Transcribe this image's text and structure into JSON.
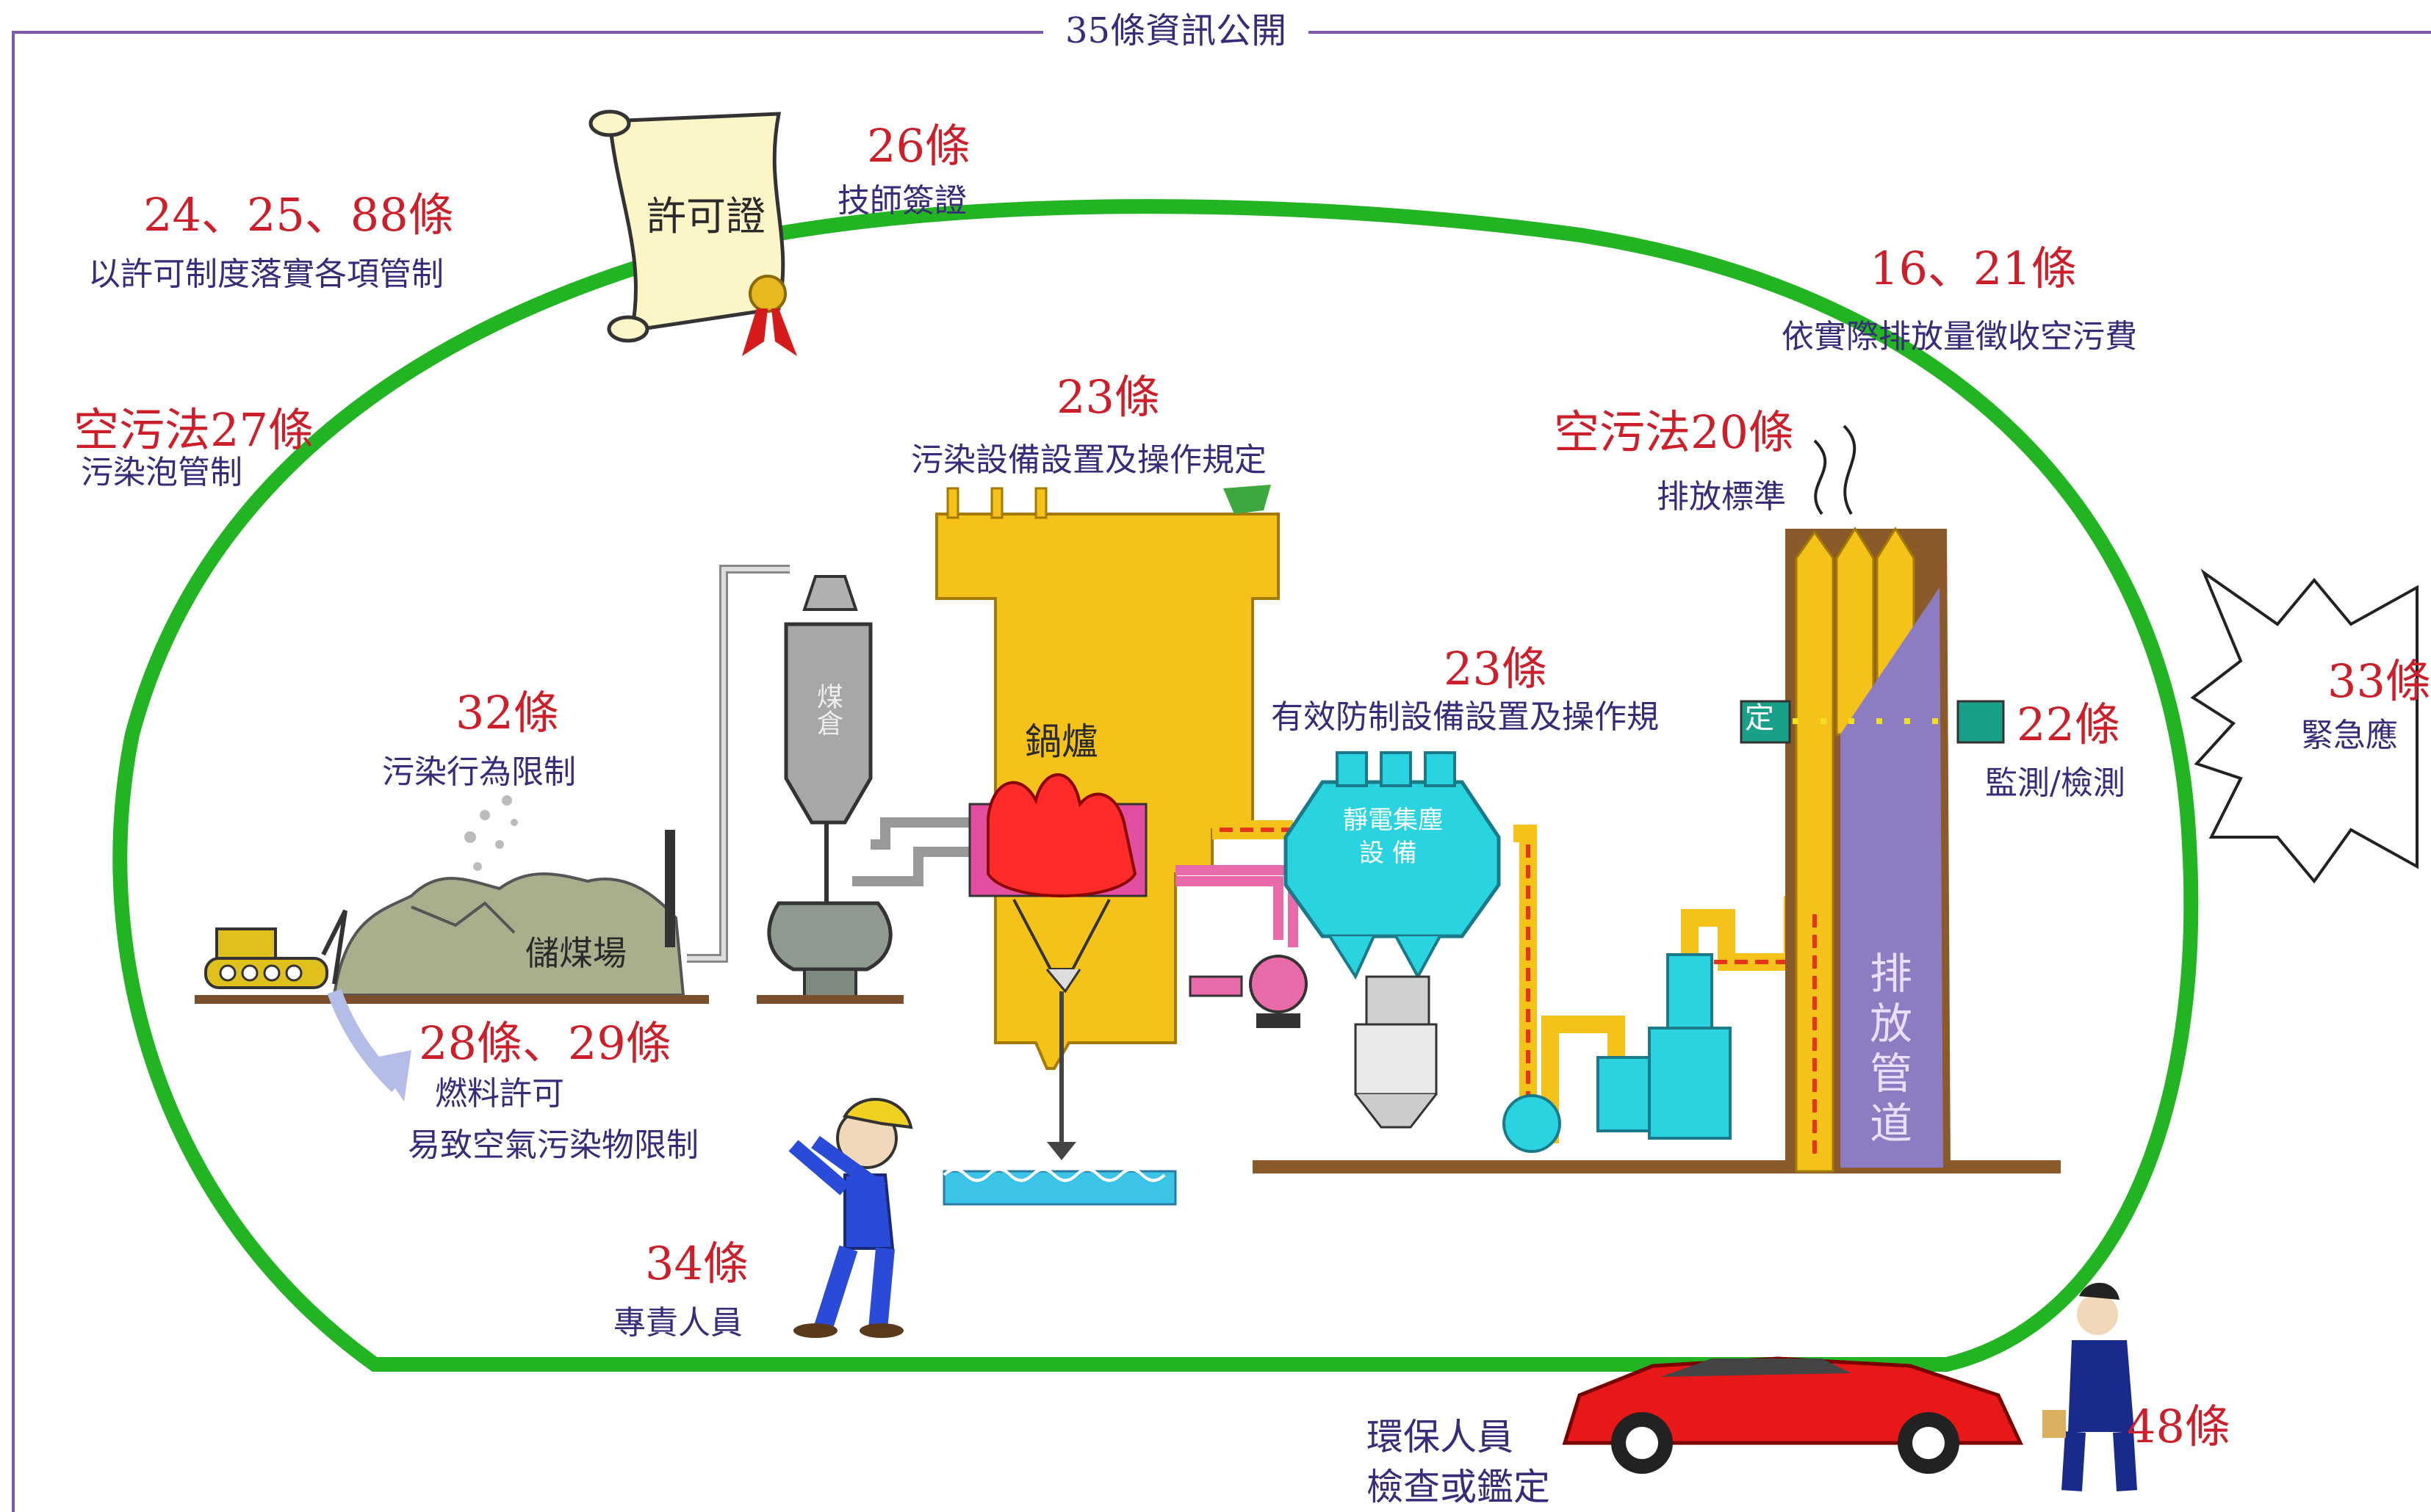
{
  "frame": {
    "title": "35條資訊公開"
  },
  "colors": {
    "outline": "#22b422",
    "code": "#cc1f2a",
    "desc": "#3a2a7a",
    "equipment": "#f5c21a",
    "dust_collector": "#2ad3e0",
    "stack": "#8e7cc3"
  },
  "permit_scroll": {
    "label": "許可證"
  },
  "equipment": {
    "coal_silo": "煤倉",
    "boiler": "鍋爐",
    "coal_yard": "儲煤場",
    "esp_line1": "靜電集塵",
    "esp_line2": "設 備",
    "stack": "排放管道"
  },
  "articles": {
    "a24": {
      "code": "24、25、88條",
      "desc": "以許可制度落實各項管制"
    },
    "a26": {
      "code": "26條",
      "desc": "技師簽證"
    },
    "a16": {
      "code": "16、21條",
      "desc": "依實際排放量徵收空污費"
    },
    "a27": {
      "code": "空污法27條",
      "desc": "污染泡管制"
    },
    "a23_top": {
      "code": "23條",
      "desc": "污染設備設置及操作規定"
    },
    "a20": {
      "code": "空污法20條",
      "desc": "排放標準"
    },
    "a32": {
      "code": "32條",
      "desc": "污染行為限制"
    },
    "a23_mid": {
      "code": "23條",
      "desc": "有效防制設備設置及操作規",
      "desc_end": "定"
    },
    "a22": {
      "code": "22條",
      "desc": "監測/檢測"
    },
    "a33": {
      "code": "33條",
      "desc": "緊急應"
    },
    "a28": {
      "code": "28條、29條",
      "desc1": "燃料許可",
      "desc2": "易致空氣污染物限制"
    },
    "a34": {
      "code": "34條",
      "desc": "專責人員"
    },
    "a48": {
      "code": "48條",
      "desc1": "環保人員",
      "desc2": "檢查或鑑定"
    }
  }
}
